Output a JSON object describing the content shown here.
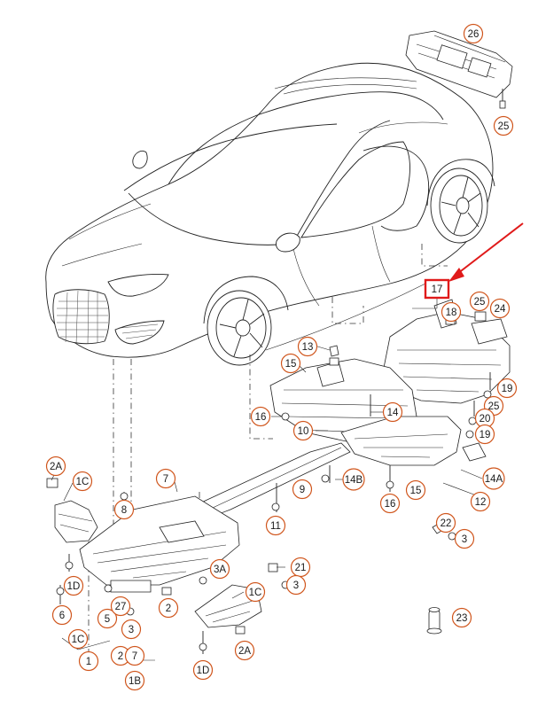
{
  "diagram": {
    "highlight_color": "#e01a1a",
    "callout_color": "#d0561d",
    "highlighted_part": "17",
    "callouts": [
      {
        "id": "c26",
        "label": "26"
      },
      {
        "id": "c25a",
        "label": "25"
      },
      {
        "id": "c17",
        "label": "17"
      },
      {
        "id": "c18",
        "label": "18"
      },
      {
        "id": "c25b",
        "label": "25"
      },
      {
        "id": "c24",
        "label": "24"
      },
      {
        "id": "c13",
        "label": "13"
      },
      {
        "id": "c15a",
        "label": "15"
      },
      {
        "id": "c19a",
        "label": "19"
      },
      {
        "id": "c25c",
        "label": "25"
      },
      {
        "id": "c20",
        "label": "20"
      },
      {
        "id": "c16a",
        "label": "16"
      },
      {
        "id": "c14",
        "label": "14"
      },
      {
        "id": "c19b",
        "label": "19"
      },
      {
        "id": "c10",
        "label": "10"
      },
      {
        "id": "c2A_top",
        "label": "2A"
      },
      {
        "id": "c1C_top",
        "label": "1C"
      },
      {
        "id": "c7",
        "label": "7"
      },
      {
        "id": "c9",
        "label": "9"
      },
      {
        "id": "c14B",
        "label": "14B"
      },
      {
        "id": "c15b",
        "label": "15"
      },
      {
        "id": "c14A",
        "label": "14A"
      },
      {
        "id": "c8",
        "label": "8"
      },
      {
        "id": "c16b",
        "label": "16"
      },
      {
        "id": "c12",
        "label": "12"
      },
      {
        "id": "c11",
        "label": "11"
      },
      {
        "id": "c22",
        "label": "22"
      },
      {
        "id": "c3a",
        "label": "3"
      },
      {
        "id": "c21",
        "label": "21"
      },
      {
        "id": "c3A",
        "label": "3A"
      },
      {
        "id": "c1D_a",
        "label": "1D"
      },
      {
        "id": "c3b",
        "label": "3"
      },
      {
        "id": "c6",
        "label": "6"
      },
      {
        "id": "c5",
        "label": "5"
      },
      {
        "id": "c27",
        "label": "27"
      },
      {
        "id": "c2",
        "label": "2"
      },
      {
        "id": "c1C_mid",
        "label": "1C"
      },
      {
        "id": "c3c",
        "label": "3"
      },
      {
        "id": "c23",
        "label": "23"
      },
      {
        "id": "c1C_bot",
        "label": "1C"
      },
      {
        "id": "c2A_bot",
        "label": "2A"
      },
      {
        "id": "c1",
        "label": "1"
      },
      {
        "id": "c27b",
        "label": "2"
      },
      {
        "id": "c7b",
        "label": "7"
      },
      {
        "id": "c1D_b",
        "label": "1D"
      },
      {
        "id": "c1B",
        "label": "1B"
      }
    ]
  }
}
